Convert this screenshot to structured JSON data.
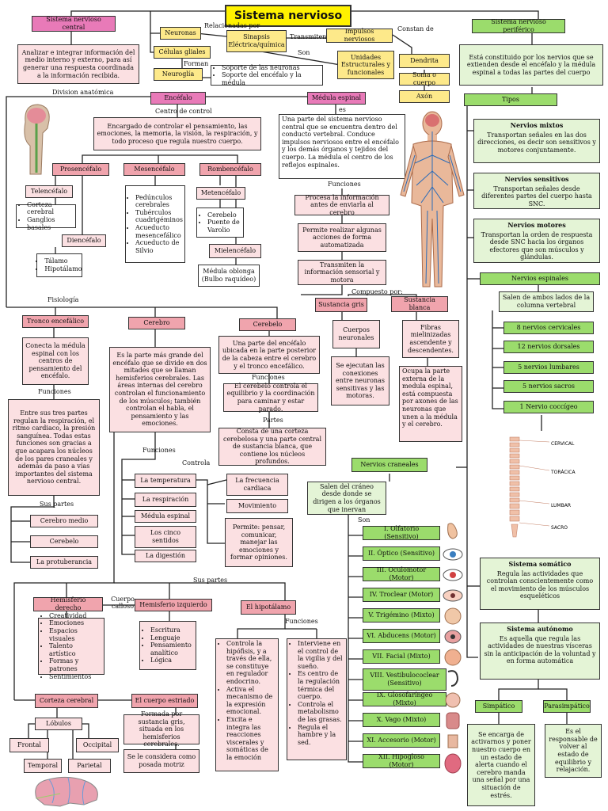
{
  "title": "Sistema nervioso",
  "top": {
    "snc": "Sistema nervioso central",
    "snc_desc": "Analizar e integrar información del medio interno y externo, para así generar una respuesta coordinada a la información recibida.",
    "neuronas": "Neuronas",
    "celulas": "Células gliales",
    "neuroglia": "Neuroglía",
    "relacionadas": "Relacionadas por",
    "sinapsis": "Sinapsis Eléctrica/química",
    "transmiten": "Transmiten",
    "impulsos": "Impulsos nerviosos",
    "constan": "Constan de",
    "son": "Son",
    "unidades": "Unidades Estructurales y funcionales",
    "forman": "Forman",
    "neuroglia_items": [
      "Soporte de las neuronas",
      "Soporte del encéfalo y la médula"
    ],
    "dendrita": "Dendrita",
    "soma": "Soma o cuerpo",
    "axon": "Axón",
    "snp": "Sistema nervioso periférico",
    "snp_desc": "Está constituido por los nervios que se extienden desde el encéfalo y la médula espinal a todas las partes del cuerpo",
    "division": "Division anatómica"
  },
  "encefalo": {
    "label": "Encéfalo",
    "centro": "Centro de control",
    "desc": "Encargado de controlar el pensamiento, las emociones, la memoria, la visión, la respiración, y todo proceso que regula nuestro cuerpo.",
    "prosencefalo": "Prosencéfalo",
    "mesencefalo": "Mesencéfalo",
    "rombencefalo": "Rombencéfalo",
    "telencefalo": "Telencéfalo",
    "telencefalo_items": [
      "Corteza cerebral",
      "Ganglios basales"
    ],
    "diencefalo": "Diencéfalo",
    "diencefalo_items": [
      "Tálamo",
      "Hipotálamo"
    ],
    "mesencefalo_items": [
      "Pedúnculos cerebrales",
      "Tubérculos cuadrigéminos",
      "Acueducto mesencefálico",
      "Acueducto de Silvio"
    ],
    "metencefalo": "Metencéfalo",
    "metencefalo_items": [
      "Cerebelo",
      "Puente de Varolio"
    ],
    "mielencefalo": "Mielencéfalo",
    "medula_oblonga": "Médula oblonga (Bulbo raquídeo)"
  },
  "medula": {
    "label": "Médula espinal",
    "es": "es",
    "desc": "Una parte del sistema nervioso central que se encuentra dentro del conducto vertebral. Conduce impulsos nerviosos entre el encéfalo y los demás órganos y tejidos del cuerpo. La médula el centro de los reflejos espinales.",
    "funciones": "Funciones",
    "f1": "Procesa la información antes de enviarla al cerebro",
    "f2": "Permite realizar algunas acciones de forma automatizada",
    "f3": "Transmiten la información sensorial y motora",
    "compuesto": "Compuesto por:",
    "gris": "Sustancia gris",
    "blanca": "Sustancia blanca",
    "cuerpos": "Cuerpos neuronales",
    "gris_desc": "Se ejecutan las conexiones entre neuronas sensitivas y las motoras.",
    "fibras": "Fibras mielinizadas ascendente y descendentes.",
    "blanca_desc": "Ocupa la parte externa de la medula espinal, está compuesta por axones de las neuronas que unen a la médula y el cerebro."
  },
  "fisiologia": {
    "label": "Fisiología",
    "tronco": "Tronco encefálico",
    "tronco_desc": "Conecta la médula espinal con los centros de pensamiento del encéfalo.",
    "funciones": "Funciones",
    "tronco_func": "Entre sus tres partes regulan la respiración, el ritmo cardiaco, la presión sanguínea. Todas estas funciones son gracias a que acapara los núcleos de los pares craneales y además da paso a vías importantes del sistema nervioso central.",
    "sus_partes": "Sus partes",
    "partes": [
      "Cerebro medio",
      "Cerebelo",
      "La protuberancia"
    ],
    "cerebro": "Cerebro",
    "cerebro_desc": "Es la parte más grande del encéfalo que se divide en dos mitades que se llaman hemisferios cerebrales. Las áreas internas del cerebro controlan el funcionamiento de los músculos; también controlan el habla, el pensamiento y las emociones.",
    "funciones2": "Funciones",
    "controla": "Controla",
    "control_items": [
      "La temperatura",
      "La respiración",
      "Médula espinal",
      "Los cinco sentidos",
      "La digestión"
    ],
    "controla_right": [
      "La frecuencia cardiaca",
      "Movimiento"
    ],
    "permite": "Permite: pensar, comunicar, manejar las emociones y formar opiniones.",
    "cerebelo": "Cerebelo",
    "cerebelo_desc": "Una parte del encéfalo ubicada en la parte posterior de la cabeza entre el cerebro y el tronco encefálico.",
    "funciones3": "Funciones",
    "cerebelo_func": "El cerebelo controla el equilibrio y la coordinación para caminar y estar parado.",
    "partes_lbl": "Partes",
    "cerebelo_partes": "Consta de una corteza cerebelosa y una parte central de sustancia blanca, que contiene los núcleos profundos."
  },
  "hemisferios": {
    "sus_partes": "Sus partes",
    "derecho": "Hemisferio derecho",
    "cuerpo_calloso": "Cuerpo calloso",
    "izquierdo": "Hemisferio izquierdo",
    "derecho_items": [
      "Creatividad",
      "Emociones",
      "Espacios visuales",
      "Talento artístico",
      "Formas y patrones",
      "Sentimientos"
    ],
    "izquierdo_items": [
      "Escritura",
      "Lenguaje",
      "Pensamiento analítico",
      "Lógica"
    ],
    "hipotalamo": "El hipotálamo",
    "funciones": "Funciones",
    "hipo_left": [
      "Controla la hipófisis, y a través de ella, se constituye en regulador endocrino.",
      "Activa el mecanismo de la expresión emocional.",
      "Excita e integra las reacciones viscerales y somáticas de la emoción"
    ],
    "hipo_right": [
      "Interviene en el control de la vigilia y del sueño.",
      "Es centro de la regulación térmica del cuerpo.",
      "Controla el metabolismo de las grasas.",
      "Regula el hambre y la sed."
    ],
    "corteza": "Corteza cerebral",
    "lobulos": "Lóbulos",
    "lobulos_items": [
      "Frontal",
      "Occipital",
      "Temporal",
      "Parietal"
    ],
    "estriado": "El cuerpo estriado",
    "estriado_desc": "Formada por sustancia gris, situada en los hemisferios cerebrales.",
    "estriado_desc2": "Se le considera como posada motriz"
  },
  "periferico": {
    "tipos": "Tipos",
    "mixtos": "Nervios mixtos",
    "mixtos_desc": "Transportan señales en las dos direcciones, es decir son sensitivos y motores conjuntamente.",
    "sensitivos": "Nervios sensitivos",
    "sensitivos_desc": "Transportan señales desde diferentes partes del cuerpo hasta SNC.",
    "motores": "Nervios motores",
    "motores_desc": "Transportan la orden de respuesta desde SNC hacia los órganos efectores que son músculos y glándulas.",
    "espinales": "Nervios espinales",
    "espinales_desc": "Salen de ambos lados de la columna vertebral",
    "espinales_items": [
      "8 nervios cervicales",
      "12 nervios dorsales",
      "5 nervios lumbares",
      "5 nervios sacros",
      "1 Nervio coccígeo"
    ],
    "spine_labels": [
      "CERVICAL",
      "TORÁCICA",
      "LUMBAR",
      "SACRO"
    ],
    "craneales": "Nervios craneales",
    "craneales_desc": "Salen del cráneo desde donde se dirigen a los órganos que inervan",
    "son": "Son",
    "craneales_items": [
      "I. Olfatorio (Sensitivo)",
      "II. Óptico (Sensitivo)",
      "III. Oculomotor (Motor)",
      "IV. Troclear (Motor)",
      "V. Trigémino (Mixto)",
      "VI. Abducens (Motor)",
      "VII. Facial (Mixto)",
      "VIII. Vestibulococlear (Sensitivo)",
      "IX. Glosofaríngeo (Mixto)",
      "X. Vago (Mixto)",
      "XI. Accesorio (Motor)",
      "XII. Hipogloso (Motor)"
    ],
    "somatico": "Sistema somático",
    "somatico_desc": "Regula las actividades que controlan conscientemente como el movimiento de los músculos esqueléticos",
    "autonomo": "Sistema autónomo",
    "autonomo_desc": "Es aquella que regula las actividades de nuestras vísceras sin la anticipación de la voluntad y en forma automática",
    "simpatico": "Simpático",
    "parasimpatico": "Parasimpático",
    "simpatico_desc": "Se encarga de activarnos y poner nuestro cuerpo en un estado de alerta cuando el cerebro manda una señal por una situación de estrés.",
    "parasimpatico_desc": "Es el responsable de volver al estado de equilibrio y relajación."
  }
}
